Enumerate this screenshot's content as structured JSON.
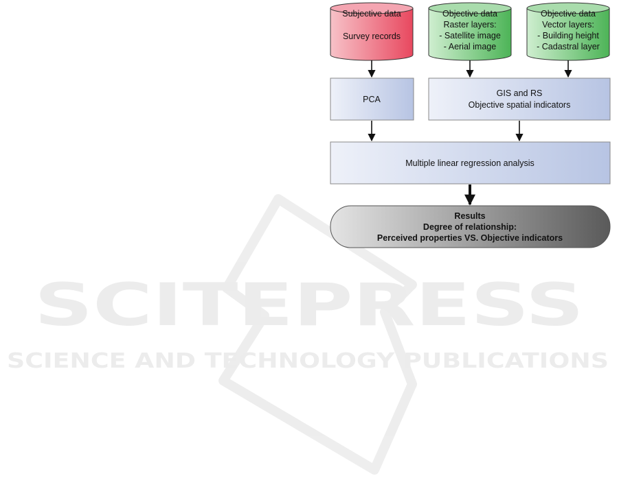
{
  "watermark": {
    "brand": "SCITEPRESS",
    "tagline": "SCIENCE AND TECHNOLOGY PUBLICATIONS"
  },
  "sources": {
    "subjective": {
      "title": "Subjective data",
      "line1": "Survey records",
      "color": "#e9546b"
    },
    "raster": {
      "title": "Objective data",
      "line1": "Raster layers:",
      "line2": "- Satellite image",
      "line3": "- Aerial image",
      "color": "#52b85c"
    },
    "vector": {
      "title": "Objective data",
      "line1": "Vector layers:",
      "line2": "- Building height",
      "line3": "- Cadastral layer",
      "color": "#52b85c"
    }
  },
  "process": {
    "pca": "PCA",
    "gis_line1": "GIS and RS",
    "gis_line2": "Objective spatial indicators",
    "regression": "Multiple linear regression analysis"
  },
  "results": {
    "line1": "Results",
    "line2": "Degree of relationship:",
    "line3": "Perceived properties VS. Objective indicators"
  }
}
